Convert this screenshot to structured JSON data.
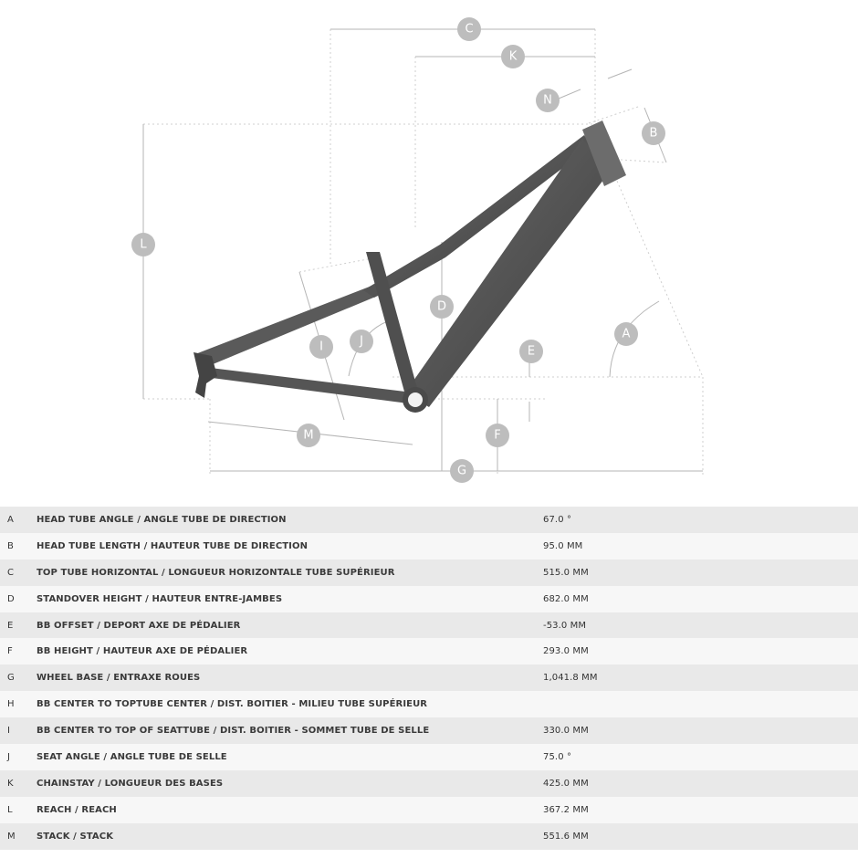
{
  "labels": [
    "A",
    "B",
    "C",
    "D",
    "E",
    "F",
    "G",
    "I",
    "J",
    "K",
    "L",
    "M",
    "N"
  ],
  "rows": [
    {
      "key": "A",
      "name": "HEAD TUBE ANGLE / ANGLE TUBE DE DIRECTION",
      "value": "67.0 °"
    },
    {
      "key": "B",
      "name": "HEAD TUBE LENGTH / HAUTEUR TUBE DE DIRECTION",
      "value": "95.0 MM"
    },
    {
      "key": "C",
      "name": "TOP TUBE HORIZONTAL / LONGUEUR HORIZONTALE TUBE SUPÉRIEUR",
      "value": "515.0 MM"
    },
    {
      "key": "D",
      "name": "STANDOVER HEIGHT / HAUTEUR ENTRE-JAMBES",
      "value": "682.0 MM"
    },
    {
      "key": "E",
      "name": "BB OFFSET / DEPORT AXE DE PÉDALIER",
      "value": "-53.0 MM"
    },
    {
      "key": "F",
      "name": "BB HEIGHT / HAUTEUR AXE DE PÉDALIER",
      "value": "293.0 MM"
    },
    {
      "key": "G",
      "name": "WHEEL BASE / ENTRAXE ROUES",
      "value": "1,041.8 MM"
    },
    {
      "key": "H",
      "name": "BB CENTER TO TOPTUBE CENTER / DIST. BOITIER - MILIEU TUBE SUPÉRIEUR",
      "value": ""
    },
    {
      "key": "I",
      "name": "BB CENTER TO TOP OF SEATTUBE / DIST. BOITIER - SOMMET TUBE DE SELLE",
      "value": "330.0 MM"
    },
    {
      "key": "J",
      "name": "SEAT ANGLE / ANGLE TUBE DE SELLE",
      "value": "75.0 °"
    },
    {
      "key": "K",
      "name": "CHAINSTAY / LONGUEUR DES BASES",
      "value": "425.0 MM"
    },
    {
      "key": "L",
      "name": "REACH / REACH",
      "value": "367.2 MM"
    },
    {
      "key": "M",
      "name": "STACK / STACK",
      "value": "551.6 MM"
    }
  ]
}
